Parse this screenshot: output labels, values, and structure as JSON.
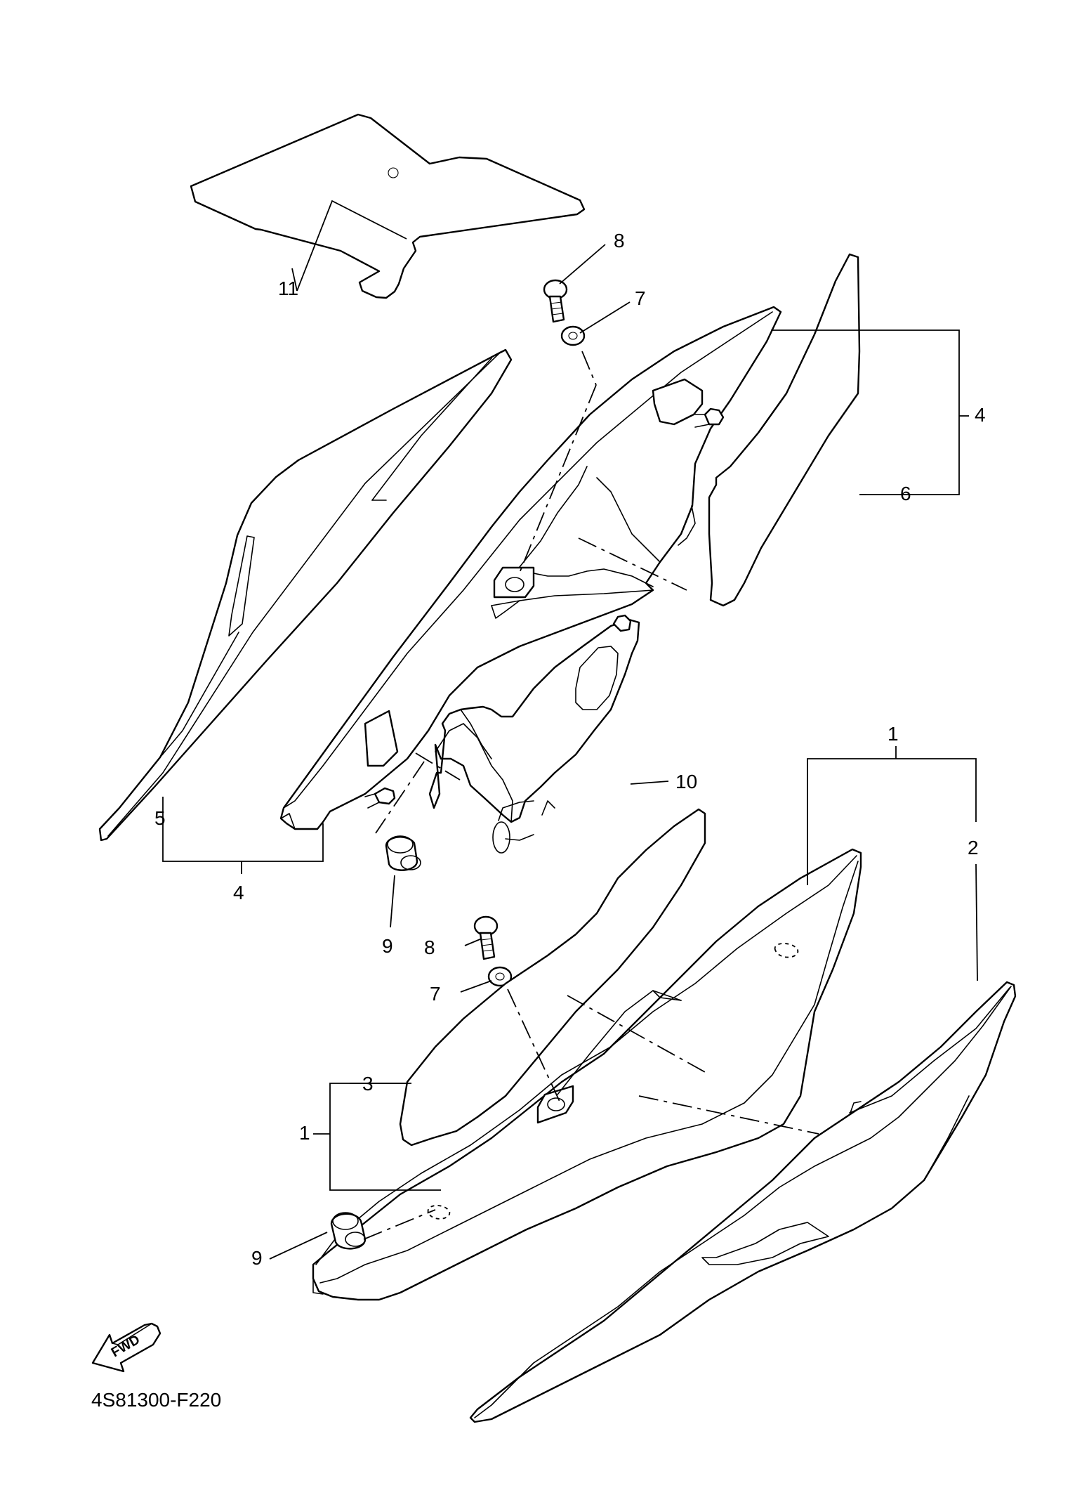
{
  "callouts": {
    "c1_right": "1",
    "c1_left": "1",
    "c2": "2",
    "c3": "3",
    "c4_top": "4",
    "c4_bottom": "4",
    "c5": "5",
    "c6": "6",
    "c7_top": "7",
    "c7_bottom": "7",
    "c8_top": "8",
    "c8_bottom": "8",
    "c9_top": "9",
    "c9_bottom": "9",
    "c10": "10",
    "c11": "11"
  },
  "fwd_label": "FWD",
  "diagram_code": "4S81300-F220"
}
